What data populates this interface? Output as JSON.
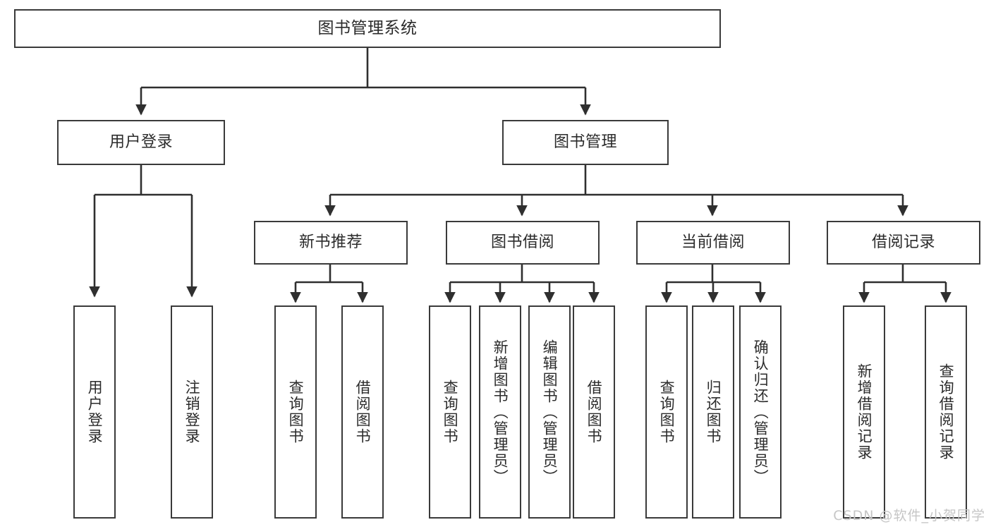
{
  "diagram": {
    "title": "图书管理系统",
    "type": "tree",
    "watermark": "CSDN @软件_小贺同学",
    "colors": {
      "box_border": "#3a3a3a",
      "box_fill": "#ffffff",
      "text": "#2b2b2b",
      "edge": "#2f2f2f",
      "watermark": "#c6c6c6",
      "background": "#ffffff"
    },
    "levels": {
      "root": {
        "label": "图书管理系统"
      },
      "level1": [
        {
          "id": "user-login",
          "label": "用户登录"
        },
        {
          "id": "book-manage",
          "label": "图书管理"
        }
      ],
      "level2": [
        {
          "id": "new-book-recommend",
          "label": "新书推荐",
          "parent": "book-manage"
        },
        {
          "id": "book-borrow",
          "label": "图书借阅",
          "parent": "book-manage"
        },
        {
          "id": "current-borrow",
          "label": "当前借阅",
          "parent": "book-manage"
        },
        {
          "id": "borrow-record",
          "label": "借阅记录",
          "parent": "book-manage"
        }
      ],
      "leaves": [
        {
          "id": "leaf-user-login",
          "label": "用户登录",
          "parent": "user-login"
        },
        {
          "id": "leaf-logout-login",
          "label": "注销登录",
          "parent": "user-login"
        },
        {
          "id": "leaf-query-book-1",
          "label": "查询图书",
          "parent": "new-book-recommend"
        },
        {
          "id": "leaf-borrow-book-1",
          "label": "借阅图书",
          "parent": "new-book-recommend"
        },
        {
          "id": "leaf-query-book-2",
          "label": "查询图书",
          "parent": "book-borrow"
        },
        {
          "id": "leaf-add-book",
          "label": "新增图书（管理员）",
          "parent": "book-borrow"
        },
        {
          "id": "leaf-edit-book",
          "label": "编辑图书（管理员）",
          "parent": "book-borrow"
        },
        {
          "id": "leaf-borrow-book-2",
          "label": "借阅图书",
          "parent": "book-borrow"
        },
        {
          "id": "leaf-query-book-3",
          "label": "查询图书",
          "parent": "current-borrow"
        },
        {
          "id": "leaf-return-book",
          "label": "归还图书",
          "parent": "current-borrow"
        },
        {
          "id": "leaf-confirm-return",
          "label": "确认归还（管理员）",
          "parent": "current-borrow"
        },
        {
          "id": "leaf-add-record",
          "label": "新增借阅记录",
          "parent": "borrow-record"
        },
        {
          "id": "leaf-query-record",
          "label": "查询借阅记录",
          "parent": "borrow-record"
        }
      ]
    }
  }
}
